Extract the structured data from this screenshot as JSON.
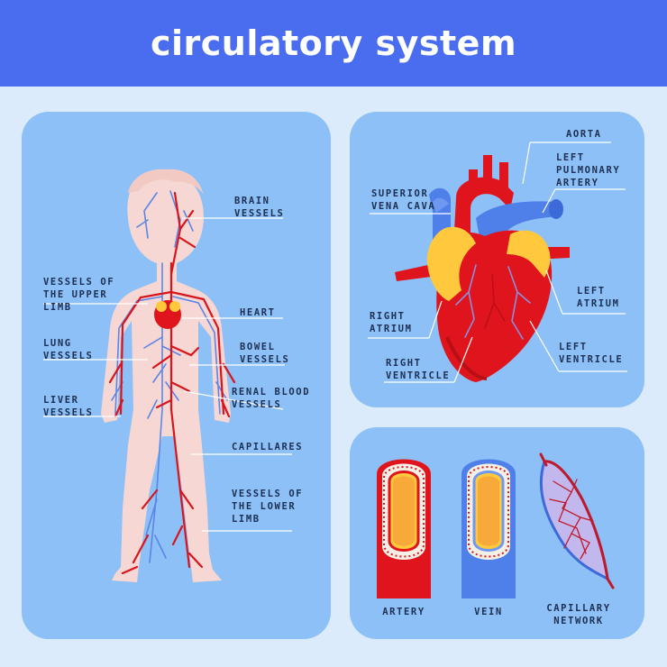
{
  "title": "circulatory system",
  "body_panel": {
    "labels": {
      "brain_vessels": "BRAIN\nVESSELS",
      "vessels_upper_limb": "VESSELS OF\nTHE UPPER\nLIMB",
      "heart": "HEART",
      "lung_vessels": "LUNG\nVESSELS",
      "bowel_vessels": "BOWEL\nVESSELS",
      "liver_vessels": "LIVER\nVESSELS",
      "renal_blood_vessels": "RENAL BLOOD\nVESSELS",
      "capillares": "CAPILLARES",
      "vessels_lower_limb": "VESSELS OF\nTHE LOWER\nLIMB"
    }
  },
  "heart_panel": {
    "labels": {
      "aorta": "AORTA",
      "left_pulmonary_artery": "LEFT\nPULMONARY\nARTERY",
      "superior_vena_cava": "SUPERIOR\nVENA CAVA",
      "left_atrium": "LEFT\nATRIUM",
      "right_atrium": "RIGHT\nATRIUM",
      "left_ventricle": "LEFT\nVENTRICLE",
      "right_ventricle": "RIGHT\nVENTRICLE"
    }
  },
  "vessel_panel": {
    "labels": {
      "artery": "ARTERY",
      "vein": "VEIN",
      "capillary_network": "CAPILLARY\nNETWORK"
    }
  },
  "colors": {
    "banner": "#4a6df0",
    "background": "#dcebfb",
    "panel": "#8cc0f6",
    "artery_red": "#e0141c",
    "vein_blue": "#4f7fe8",
    "skin": "#f7d7d3",
    "atrium_yellow": "#ffc83d"
  }
}
